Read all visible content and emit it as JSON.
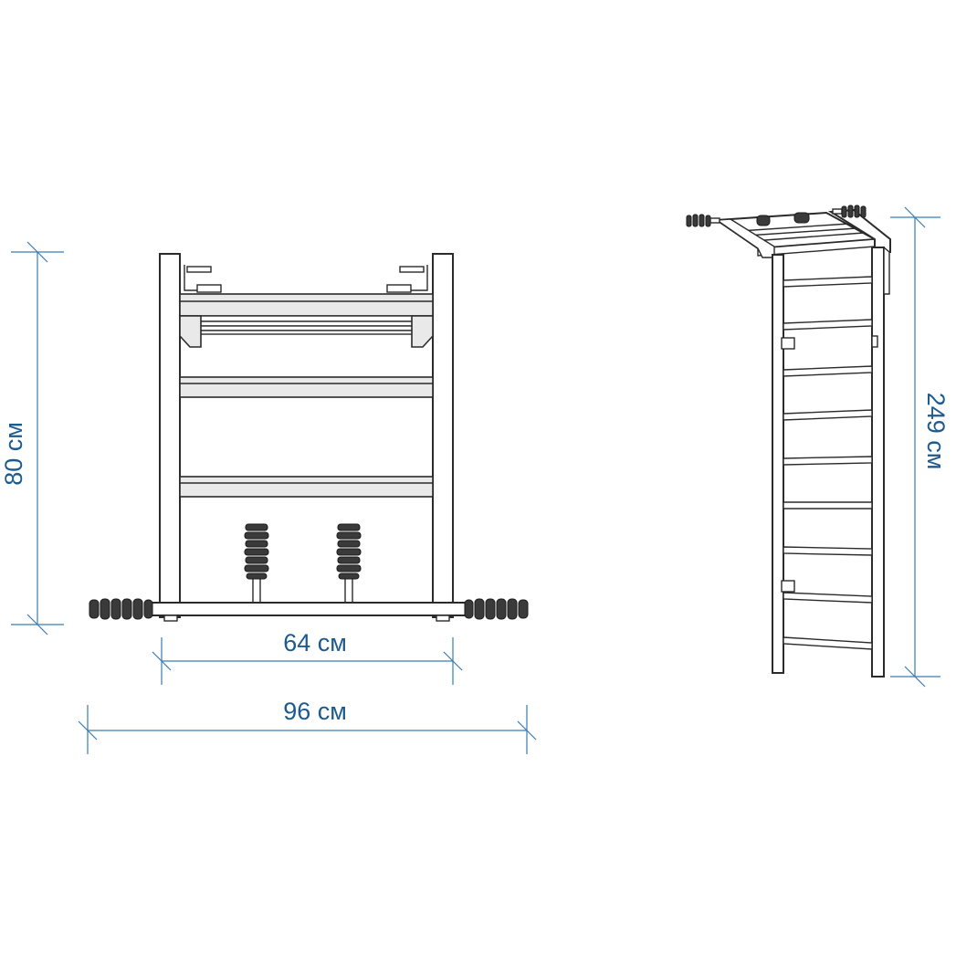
{
  "dimensions": {
    "height_front": "80 см",
    "width_inner": "64 см",
    "width_outer": "96 см",
    "height_total": "249 см"
  },
  "colors": {
    "dimension": "#1d5a8e",
    "outline": "#2b2b2b"
  }
}
